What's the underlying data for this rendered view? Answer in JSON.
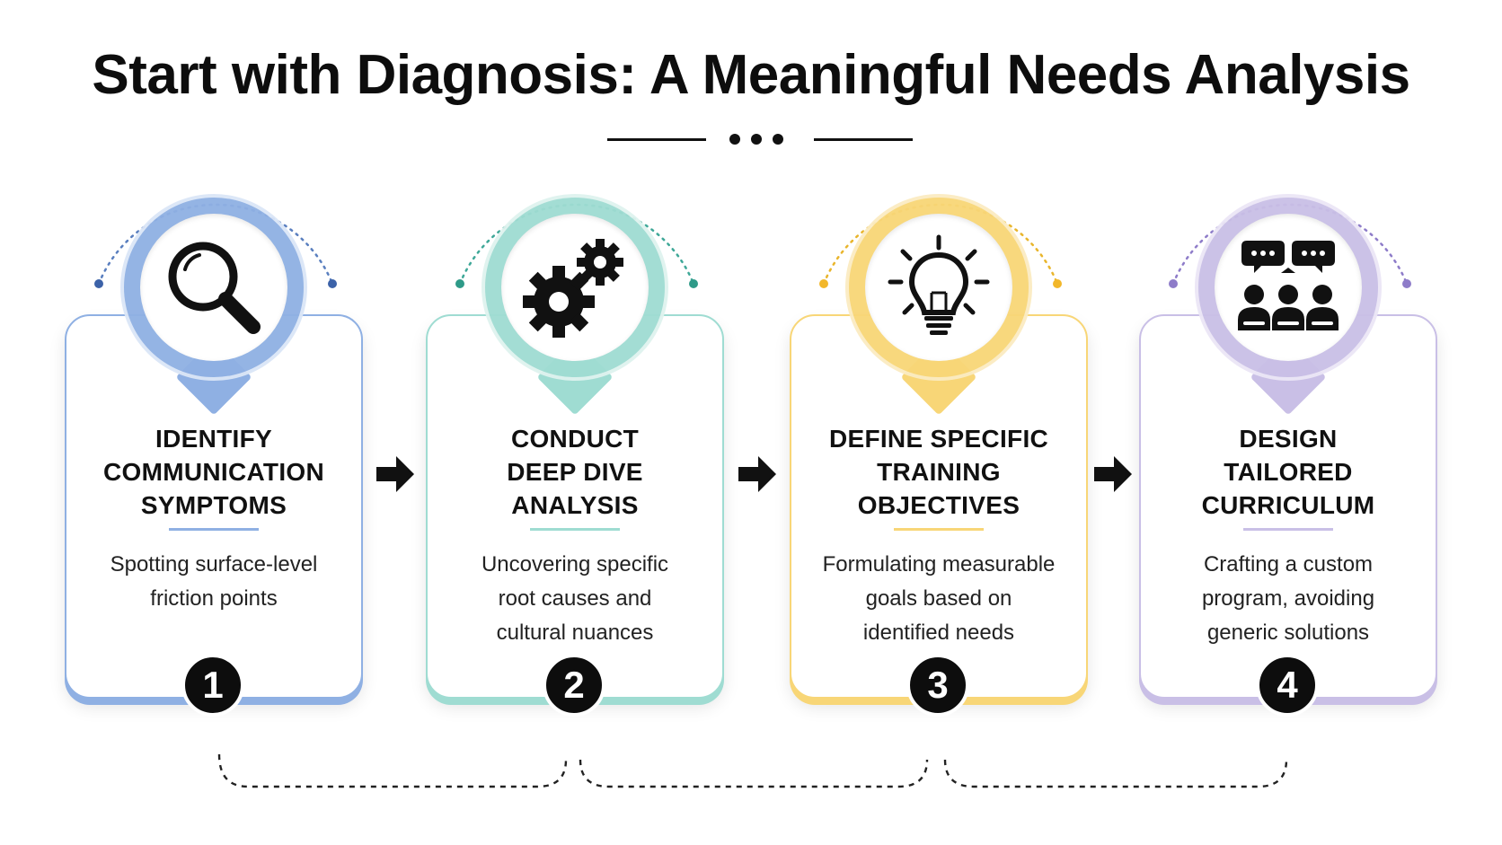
{
  "title": "Start with Diagnosis: A Meaningful Needs Analysis",
  "colors": {
    "blue": "#8fb0e3",
    "teal": "#9fdcd2",
    "yellow": "#f8d677",
    "purple": "#c9bfe6"
  },
  "steps": [
    {
      "number": "1",
      "heading": [
        "Identify",
        "Communication",
        "Symptoms"
      ],
      "description": [
        "Spotting surface-level",
        "friction points"
      ],
      "icon": "magnifier-icon"
    },
    {
      "number": "2",
      "heading": [
        "Conduct",
        "Deep Dive",
        "Analysis"
      ],
      "description": [
        "Uncovering specific",
        "root causes and",
        "cultural nuances"
      ],
      "icon": "gears-icon"
    },
    {
      "number": "3",
      "heading": [
        "Define Specific",
        "Training",
        "Objectives"
      ],
      "description": [
        "Formulating measurable",
        "goals based on",
        "identified needs"
      ],
      "icon": "lightbulb-icon"
    },
    {
      "number": "4",
      "heading": [
        "Design",
        "Tailored",
        "Curriculum"
      ],
      "description": [
        "Crafting a custom",
        "program, avoiding",
        "generic solutions"
      ],
      "icon": "team-discussion-icon"
    }
  ]
}
